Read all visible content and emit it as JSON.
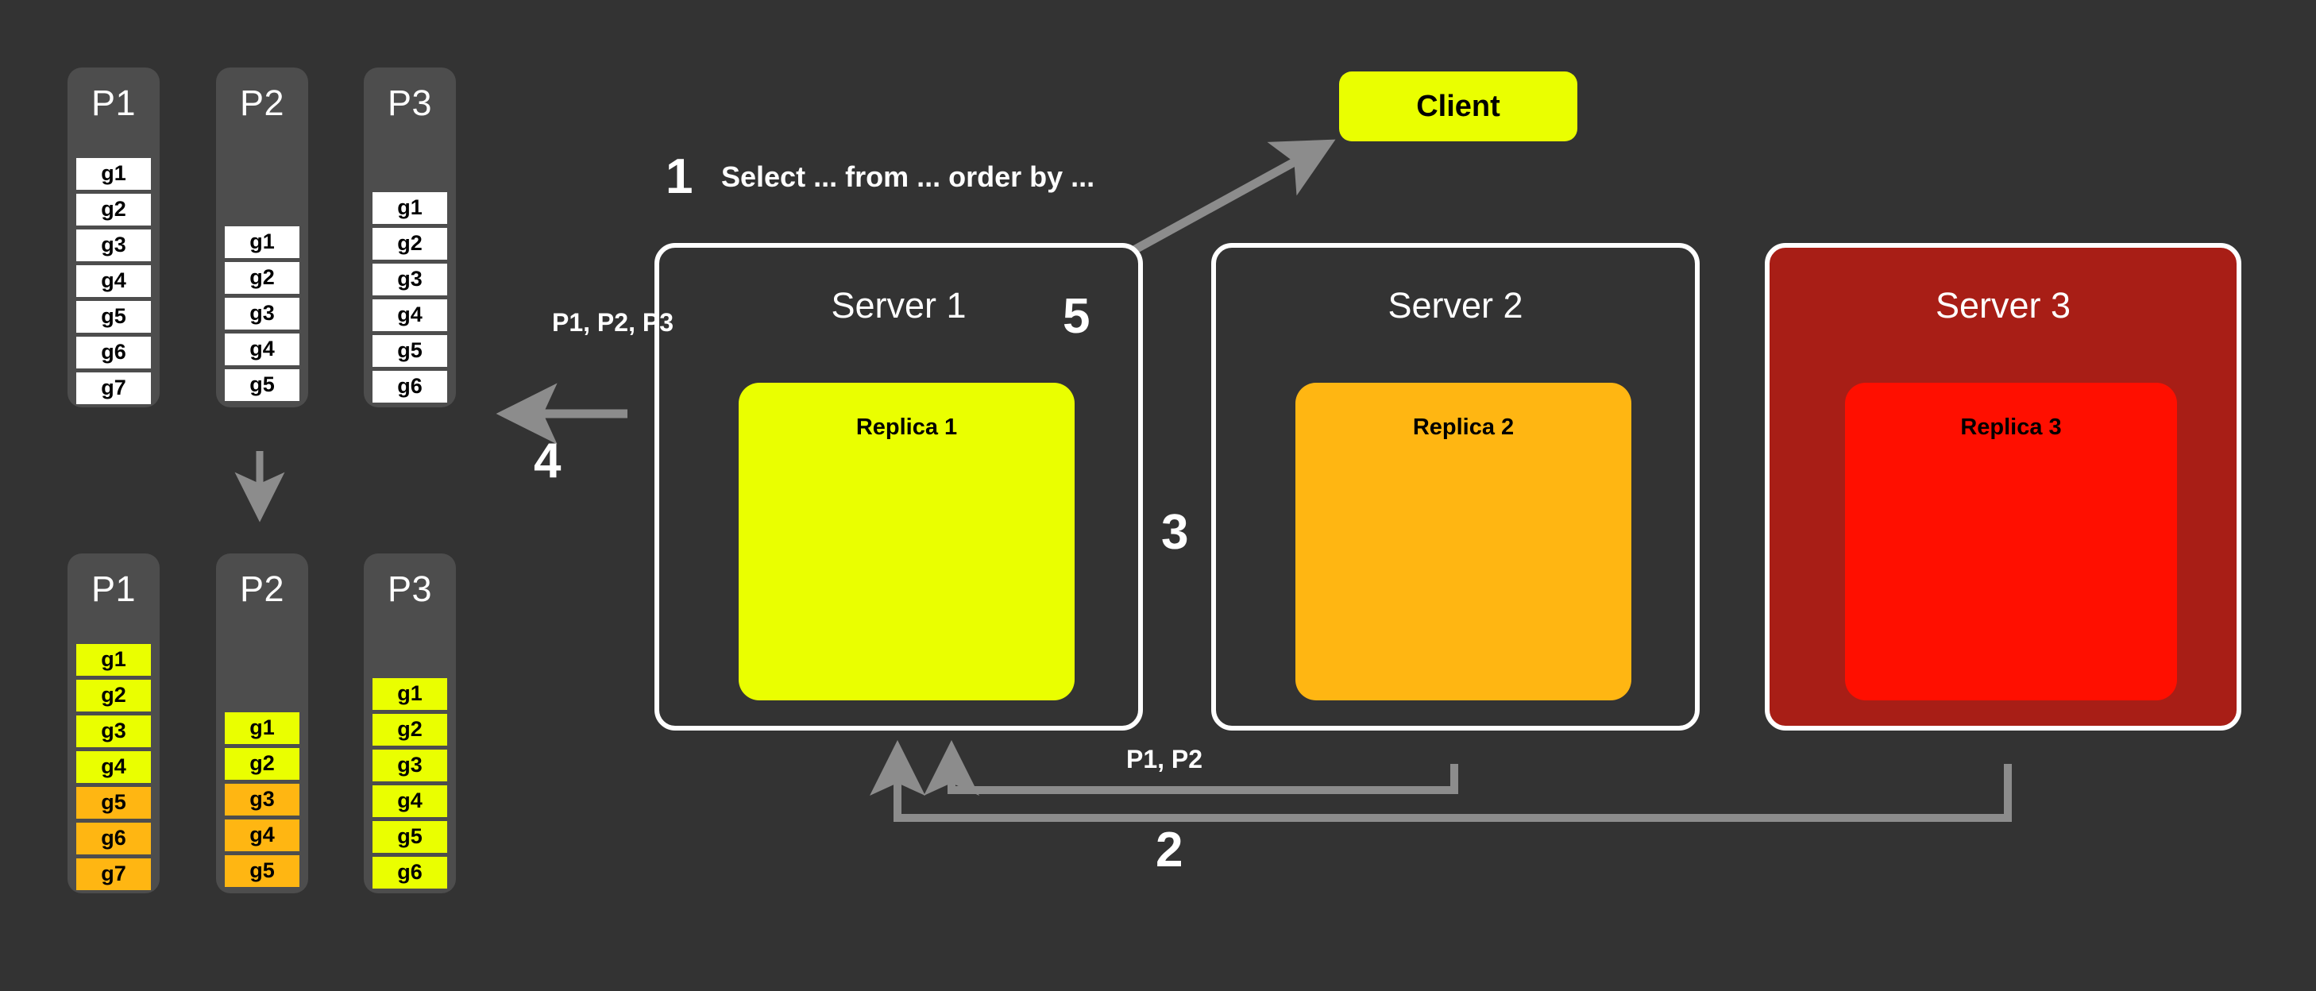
{
  "colors": {
    "background": "#333333",
    "partition_bg": "#4d4d4d",
    "cell_white": "#ffffff",
    "cell_yellow": "#eaff00",
    "cell_orange": "#ffb612",
    "server_border": "#ffffff",
    "server3_bg": "#a81e16",
    "replica1": "#eaff00",
    "replica2": "#ffb612",
    "replica3": "#ff0f00",
    "client_bg": "#eaff00",
    "arrow": "#8c8c8c",
    "text_light": "#ffffff",
    "text_dark": "#000000"
  },
  "partitions_before": [
    {
      "title": "P1",
      "cells": [
        {
          "label": "g1",
          "color": "white"
        },
        {
          "label": "g2",
          "color": "white"
        },
        {
          "label": "g3",
          "color": "white"
        },
        {
          "label": "g4",
          "color": "white"
        },
        {
          "label": "g5",
          "color": "white"
        },
        {
          "label": "g6",
          "color": "white"
        },
        {
          "label": "g7",
          "color": "white"
        }
      ]
    },
    {
      "title": "P2",
      "cells": [
        {
          "label": "g1",
          "color": "white"
        },
        {
          "label": "g2",
          "color": "white"
        },
        {
          "label": "g3",
          "color": "white"
        },
        {
          "label": "g4",
          "color": "white"
        },
        {
          "label": "g5",
          "color": "white"
        }
      ]
    },
    {
      "title": "P3",
      "cells": [
        {
          "label": "g1",
          "color": "white"
        },
        {
          "label": "g2",
          "color": "white"
        },
        {
          "label": "g3",
          "color": "white"
        },
        {
          "label": "g4",
          "color": "white"
        },
        {
          "label": "g5",
          "color": "white"
        },
        {
          "label": "g6",
          "color": "white"
        }
      ]
    }
  ],
  "partitions_after": [
    {
      "title": "P1",
      "cells": [
        {
          "label": "g1",
          "color": "yellow"
        },
        {
          "label": "g2",
          "color": "yellow"
        },
        {
          "label": "g3",
          "color": "yellow"
        },
        {
          "label": "g4",
          "color": "yellow"
        },
        {
          "label": "g5",
          "color": "orange"
        },
        {
          "label": "g6",
          "color": "orange"
        },
        {
          "label": "g7",
          "color": "orange"
        }
      ]
    },
    {
      "title": "P2",
      "cells": [
        {
          "label": "g1",
          "color": "yellow"
        },
        {
          "label": "g2",
          "color": "yellow"
        },
        {
          "label": "g3",
          "color": "orange"
        },
        {
          "label": "g4",
          "color": "orange"
        },
        {
          "label": "g5",
          "color": "orange"
        }
      ]
    },
    {
      "title": "P3",
      "cells": [
        {
          "label": "g1",
          "color": "yellow"
        },
        {
          "label": "g2",
          "color": "yellow"
        },
        {
          "label": "g3",
          "color": "yellow"
        },
        {
          "label": "g4",
          "color": "yellow"
        },
        {
          "label": "g5",
          "color": "yellow"
        },
        {
          "label": "g6",
          "color": "yellow"
        }
      ]
    }
  ],
  "client": {
    "label": "Client"
  },
  "servers": [
    {
      "title": "Server 1",
      "replica": "Replica 1"
    },
    {
      "title": "Server 2",
      "replica": "Replica 2"
    },
    {
      "title": "Server 3",
      "replica": "Replica 3"
    }
  ],
  "steps": {
    "one": "1",
    "one_text": "Select ... from ... order by ...",
    "two": "2",
    "three": "3",
    "four": "4",
    "five": "5"
  },
  "edge_labels": {
    "p1p2p3": "P1, P2, P3",
    "p1p2": "P1, P2"
  }
}
